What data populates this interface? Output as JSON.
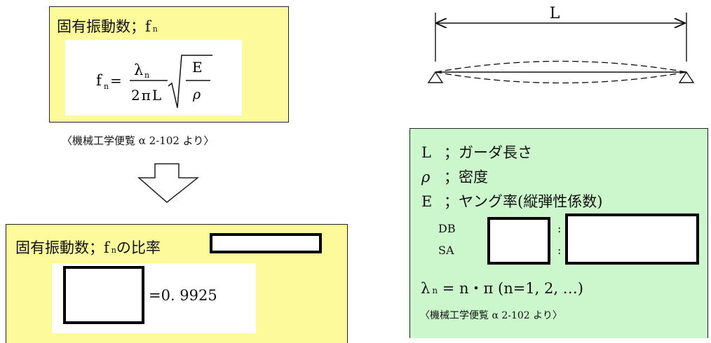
{
  "box1": {
    "title": "固有振動数；f",
    "title_sub": "n",
    "formula": {
      "lhs": "f",
      "lhs_sub": "n",
      "equals": "=",
      "numerator": "λ",
      "numerator_sub": "n",
      "denominator": "2πL",
      "root_num": "E",
      "root_den": "ρ"
    }
  },
  "source1": "〈機械工学便覧 α 2-102 より〉",
  "box2": {
    "title_prefix": "固有振動数；f",
    "title_sub": "n",
    "title_suffix": "の比率",
    "ratio_value": "=0. 9925"
  },
  "beam": {
    "length_label": "L"
  },
  "green": {
    "defs": [
      {
        "symbol": "L",
        "text": "；ガーダ長さ"
      },
      {
        "symbol": "ρ",
        "text": "；密度"
      },
      {
        "symbol": "E",
        "text": "；ヤング率(縦弾性係数)"
      }
    ],
    "materials": [
      {
        "label": "DB",
        "colon": ":"
      },
      {
        "label": "SA",
        "colon": ":"
      }
    ],
    "lambda": {
      "symbol": "λ",
      "sub": "n",
      "expr": "= n・π  (n=1, 2, …)"
    },
    "source": "〈機械工学便覧 α 2-102 より〉"
  },
  "colors": {
    "yellow_box": "#fdfa9b",
    "green_box": "#ccf6cc",
    "redaction_border": "#000000"
  }
}
